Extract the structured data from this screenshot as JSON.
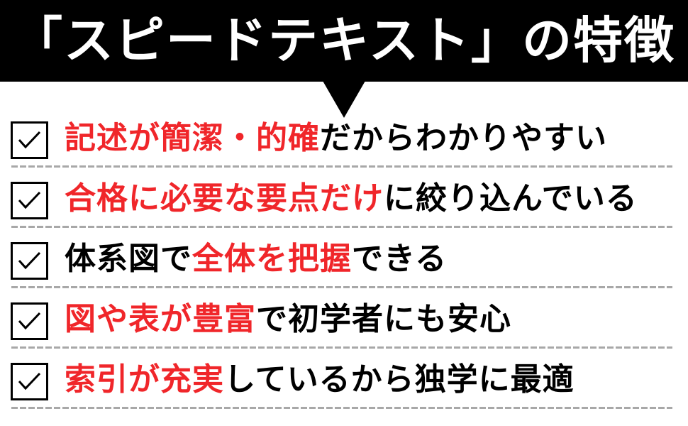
{
  "header": {
    "title": "「スピードテキスト」の特徴",
    "background": "#000000",
    "text_color": "#ffffff"
  },
  "colors": {
    "highlight": "#f0262a",
    "text": "#000000",
    "divider": "#a8a8a8"
  },
  "features": [
    {
      "icon": "checkbox-checked-icon",
      "parts": [
        {
          "text": "記述が簡潔・的確",
          "highlight": true
        },
        {
          "text": "だからわかりやすい",
          "highlight": false
        }
      ]
    },
    {
      "icon": "checkbox-checked-icon",
      "parts": [
        {
          "text": "合格に必要な要点だけ",
          "highlight": true
        },
        {
          "text": "に絞り込んでいる",
          "highlight": false
        }
      ]
    },
    {
      "icon": "checkbox-checked-icon",
      "parts": [
        {
          "text": "体系図で",
          "highlight": false
        },
        {
          "text": "全体を把握",
          "highlight": true
        },
        {
          "text": "できる",
          "highlight": false
        }
      ]
    },
    {
      "icon": "checkbox-checked-icon",
      "parts": [
        {
          "text": "図や表が豊富",
          "highlight": true
        },
        {
          "text": "で初学者にも安心",
          "highlight": false
        }
      ]
    },
    {
      "icon": "checkbox-checked-icon",
      "parts": [
        {
          "text": "索引が充実",
          "highlight": true
        },
        {
          "text": "しているから独学に最適",
          "highlight": false
        }
      ]
    }
  ]
}
